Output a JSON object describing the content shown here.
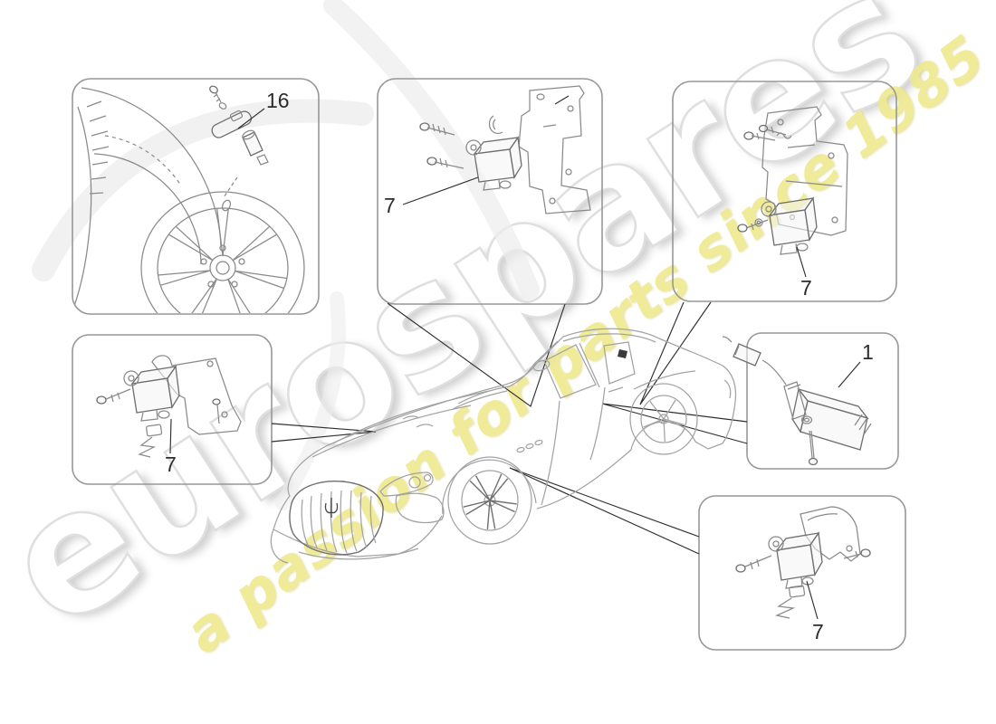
{
  "watermark": {
    "brand": "eurospares",
    "tagline": "a passion for parts since 1985"
  },
  "colors": {
    "brand-fill": "#ffffff",
    "brand-outline": "#dedede",
    "tagline": "#eee98f",
    "line": "#2f2f2f",
    "part": "#8a8a8a",
    "part-dark": "#6e6e6e",
    "car": "#a3a3a3",
    "box-border": "#979797",
    "label": "#2b2b2b"
  },
  "callouts": [
    {
      "id": "tyre-pressure-sensor",
      "label": "16"
    },
    {
      "id": "ecu-bracket-top-middle",
      "label": "7"
    },
    {
      "id": "ecu-bracket-top-right",
      "label": "7"
    },
    {
      "id": "ecu-bracket-mid-left",
      "label": "7"
    },
    {
      "id": "receiver-antenna",
      "label": "1"
    },
    {
      "id": "ecu-bracket-bottom-right",
      "label": "7"
    }
  ]
}
